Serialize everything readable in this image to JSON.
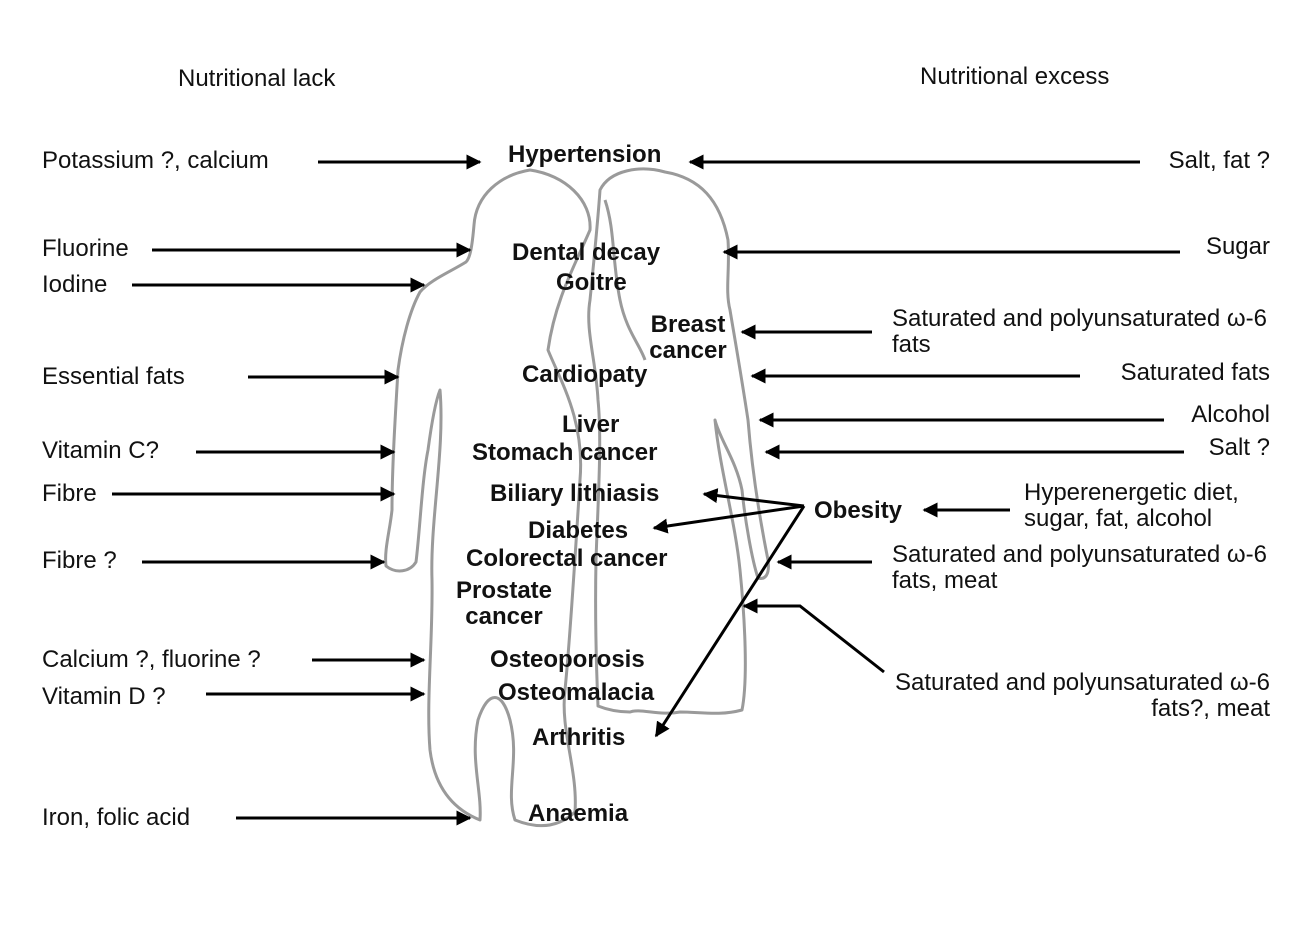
{
  "headers": {
    "lack": "Nutritional lack",
    "excess": "Nutritional excess"
  },
  "left_labels": [
    "Potassium ?, calcium",
    "Fluorine",
    "Iodine",
    "Essential fats",
    "Vitamin C?",
    "Fibre",
    "Fibre ?",
    "Calcium ?, fluorine ?",
    "Vitamin D ?",
    "Iron, folic acid"
  ],
  "right_labels": [
    "Salt, fat ?",
    "Sugar",
    "Saturated and polyunsaturated ω-6 fats",
    "Saturated fats",
    "Alcohol",
    "Salt ?",
    "Hyperenergetic diet, sugar, fat, alcohol",
    "Saturated and polyunsaturated ω-6 fats, meat",
    "Saturated and polyunsaturated ω-6 fats?, meat"
  ],
  "diseases": [
    "Hypertension",
    "Dental decay",
    "Goitre",
    "Breast cancer",
    "Cardiopaty",
    "Liver",
    "Stomach cancer",
    "Biliary lithiasis",
    "Diabetes",
    "Colorectal cancer",
    "Prostate cancer",
    "Osteoporosis",
    "Osteomalacia",
    "Arthritis",
    "Anaemia"
  ],
  "obesity": "Obesity",
  "colors": {
    "outline": "#9a9a9a",
    "arrow": "#000000",
    "text": "#111111"
  }
}
